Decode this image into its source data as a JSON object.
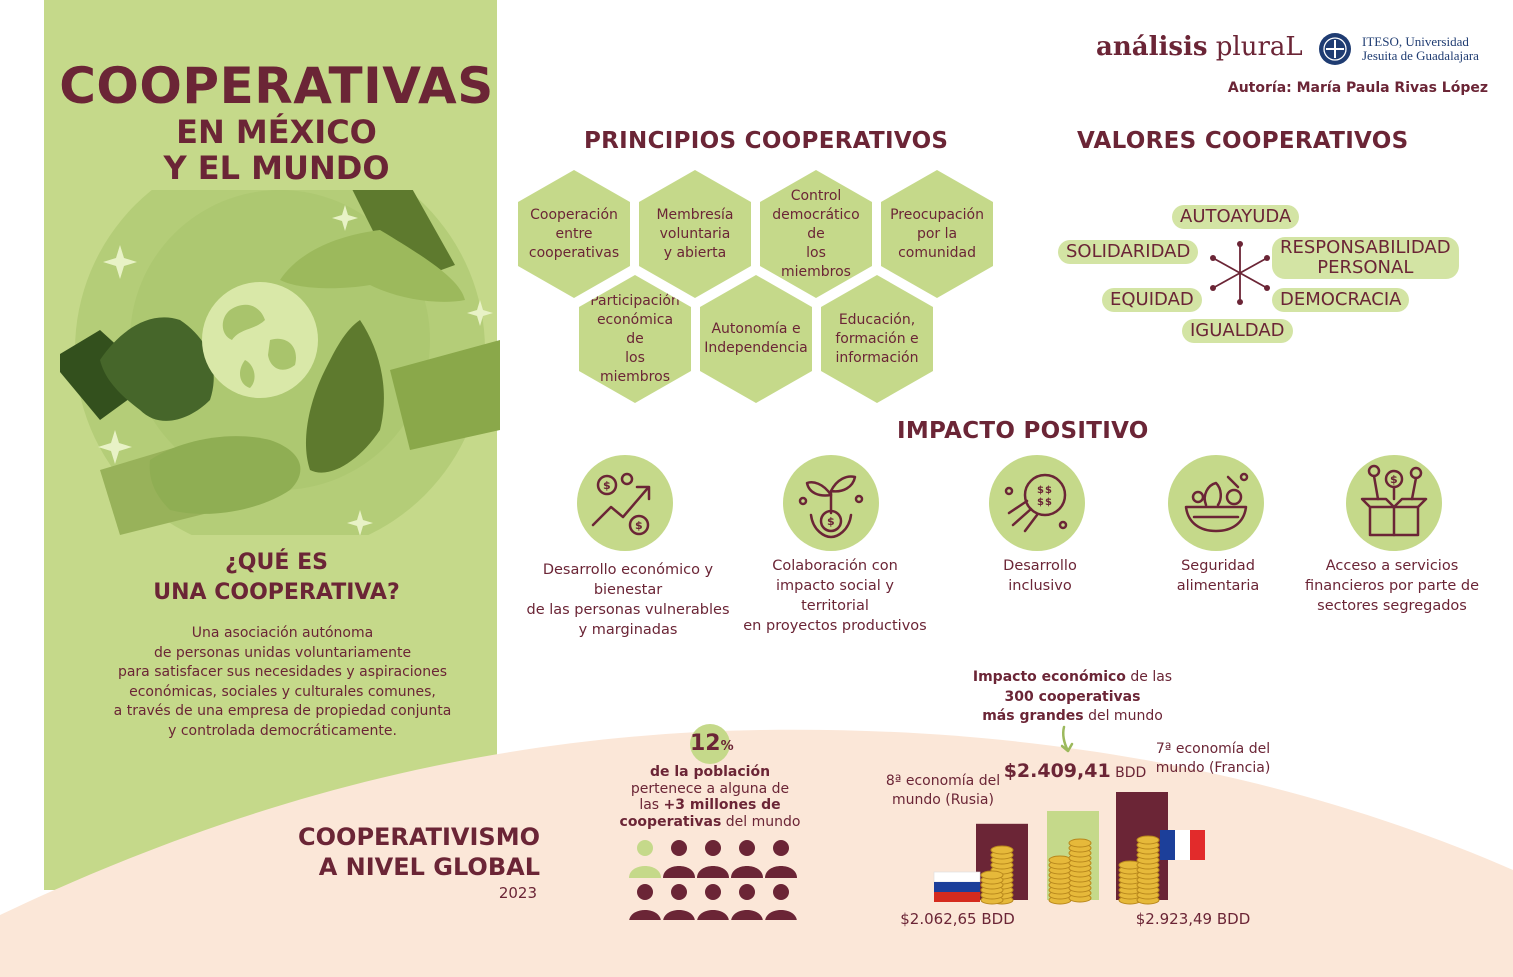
{
  "colors": {
    "maroon": "#6b2536",
    "green": "#c5d98a",
    "light_green": "#d3e4a4",
    "peach": "#fbe7d8",
    "coin": "#e6b93a",
    "iteso_blue": "#1f3c72"
  },
  "header": {
    "logo_bold": "análisis",
    "logo_light": " pluraL",
    "iteso_line1": "ITESO, Universidad",
    "iteso_line2": "Jesuita de Guadalajara",
    "author": "Autoría: María Paula Rivas López"
  },
  "title": {
    "line1": "COOPERATIVAS",
    "line2": "EN MÉXICO",
    "line3": "Y EL MUNDO"
  },
  "what": {
    "title_line1": "¿QUÉ ES",
    "title_line2": "UNA COOPERATIVA?",
    "lines": [
      "Una asociación autónoma",
      "de personas unidas voluntariamente",
      "para satisfacer sus necesidades y aspiraciones",
      "económicas, sociales y culturales comunes,",
      "a través de una empresa de propiedad conjunta",
      "y controlada democráticamente."
    ]
  },
  "principles": {
    "title": "PRINCIPIOS COOPERATIVOS",
    "items": [
      [
        "Cooperación",
        "entre",
        "cooperativas"
      ],
      [
        "Membresía",
        "voluntaria",
        "y abierta"
      ],
      [
        "Control",
        "democrático de",
        "los miembros"
      ],
      [
        "Preocupación",
        "por la",
        "comunidad"
      ],
      [
        "Participación",
        "económica de",
        "los miembros"
      ],
      [
        "Autonomía e",
        "Independencia"
      ],
      [
        "Educación,",
        "formación e",
        "información"
      ]
    ]
  },
  "values": {
    "title": "VALORES COOPERATIVOS",
    "autoayuda": "AUTOAYUDA",
    "solidaridad": "SOLIDARIDAD",
    "responsabilidad_1": "RESPONSABILIDAD",
    "responsabilidad_2": "PERSONAL",
    "equidad": "EQUIDAD",
    "democracia": "DEMOCRACIA",
    "igualdad": "IGUALDAD"
  },
  "impact": {
    "title": "IMPACTO POSITIVO",
    "items": [
      {
        "icon": "growth-chart-icon",
        "lines": [
          "Desarrollo económico y bienestar",
          "de las personas vulnerables",
          "y marginadas"
        ]
      },
      {
        "icon": "plant-coin-icon",
        "lines": [
          "Colaboración con",
          "impacto social y territorial",
          "en proyectos productivos"
        ]
      },
      {
        "icon": "money-globe-icon",
        "lines": [
          "Desarrollo",
          "inclusivo"
        ]
      },
      {
        "icon": "food-bowl-icon",
        "lines": [
          "Seguridad",
          "alimentaria"
        ]
      },
      {
        "icon": "money-box-icon",
        "lines": [
          "Acceso a servicios",
          "financieros por parte de",
          "sectores segregados"
        ]
      }
    ]
  },
  "global": {
    "title_line1": "COOPERATIVISMO",
    "title_line2": "A NIVEL GLOBAL",
    "year": "2023",
    "pct_value": "12",
    "pct_sign": "%",
    "pct_line1": "de la población",
    "pct_line2": "pertenece a alguna de",
    "pct_line3_a": "las ",
    "pct_line3_b": "+3 millones de",
    "pct_line4_a": "cooperativas",
    "pct_line4_b": " del mundo",
    "people_total": 10,
    "people_highlighted": 1
  },
  "economy": {
    "impact_bold": "Impacto económico",
    "impact_rest": " de las",
    "line2": "300 cooperativas",
    "line3_bold": "más grandes",
    "line3_rest": " del mundo",
    "coop_value_bold": "$2.409,41",
    "coop_value_unit": " BDD",
    "rusia_line1": "8ª economía del",
    "rusia_line2": "mundo (Rusia)",
    "rusia_value": "$2.062,65 BDD",
    "francia_line1": "7ª economía del",
    "francia_line2": "mundo (Francia)",
    "francia_value": "$2.923,49 BDD"
  },
  "chart_data": {
    "type": "bar",
    "categories": [
      "8ª economía del mundo (Rusia)",
      "300 cooperativas más grandes",
      "7ª economía del mundo (Francia)"
    ],
    "values": [
      2062.65,
      2409.41,
      2923.49
    ],
    "ylabel": "",
    "ylim": [
      0,
      2923.49
    ]
  }
}
